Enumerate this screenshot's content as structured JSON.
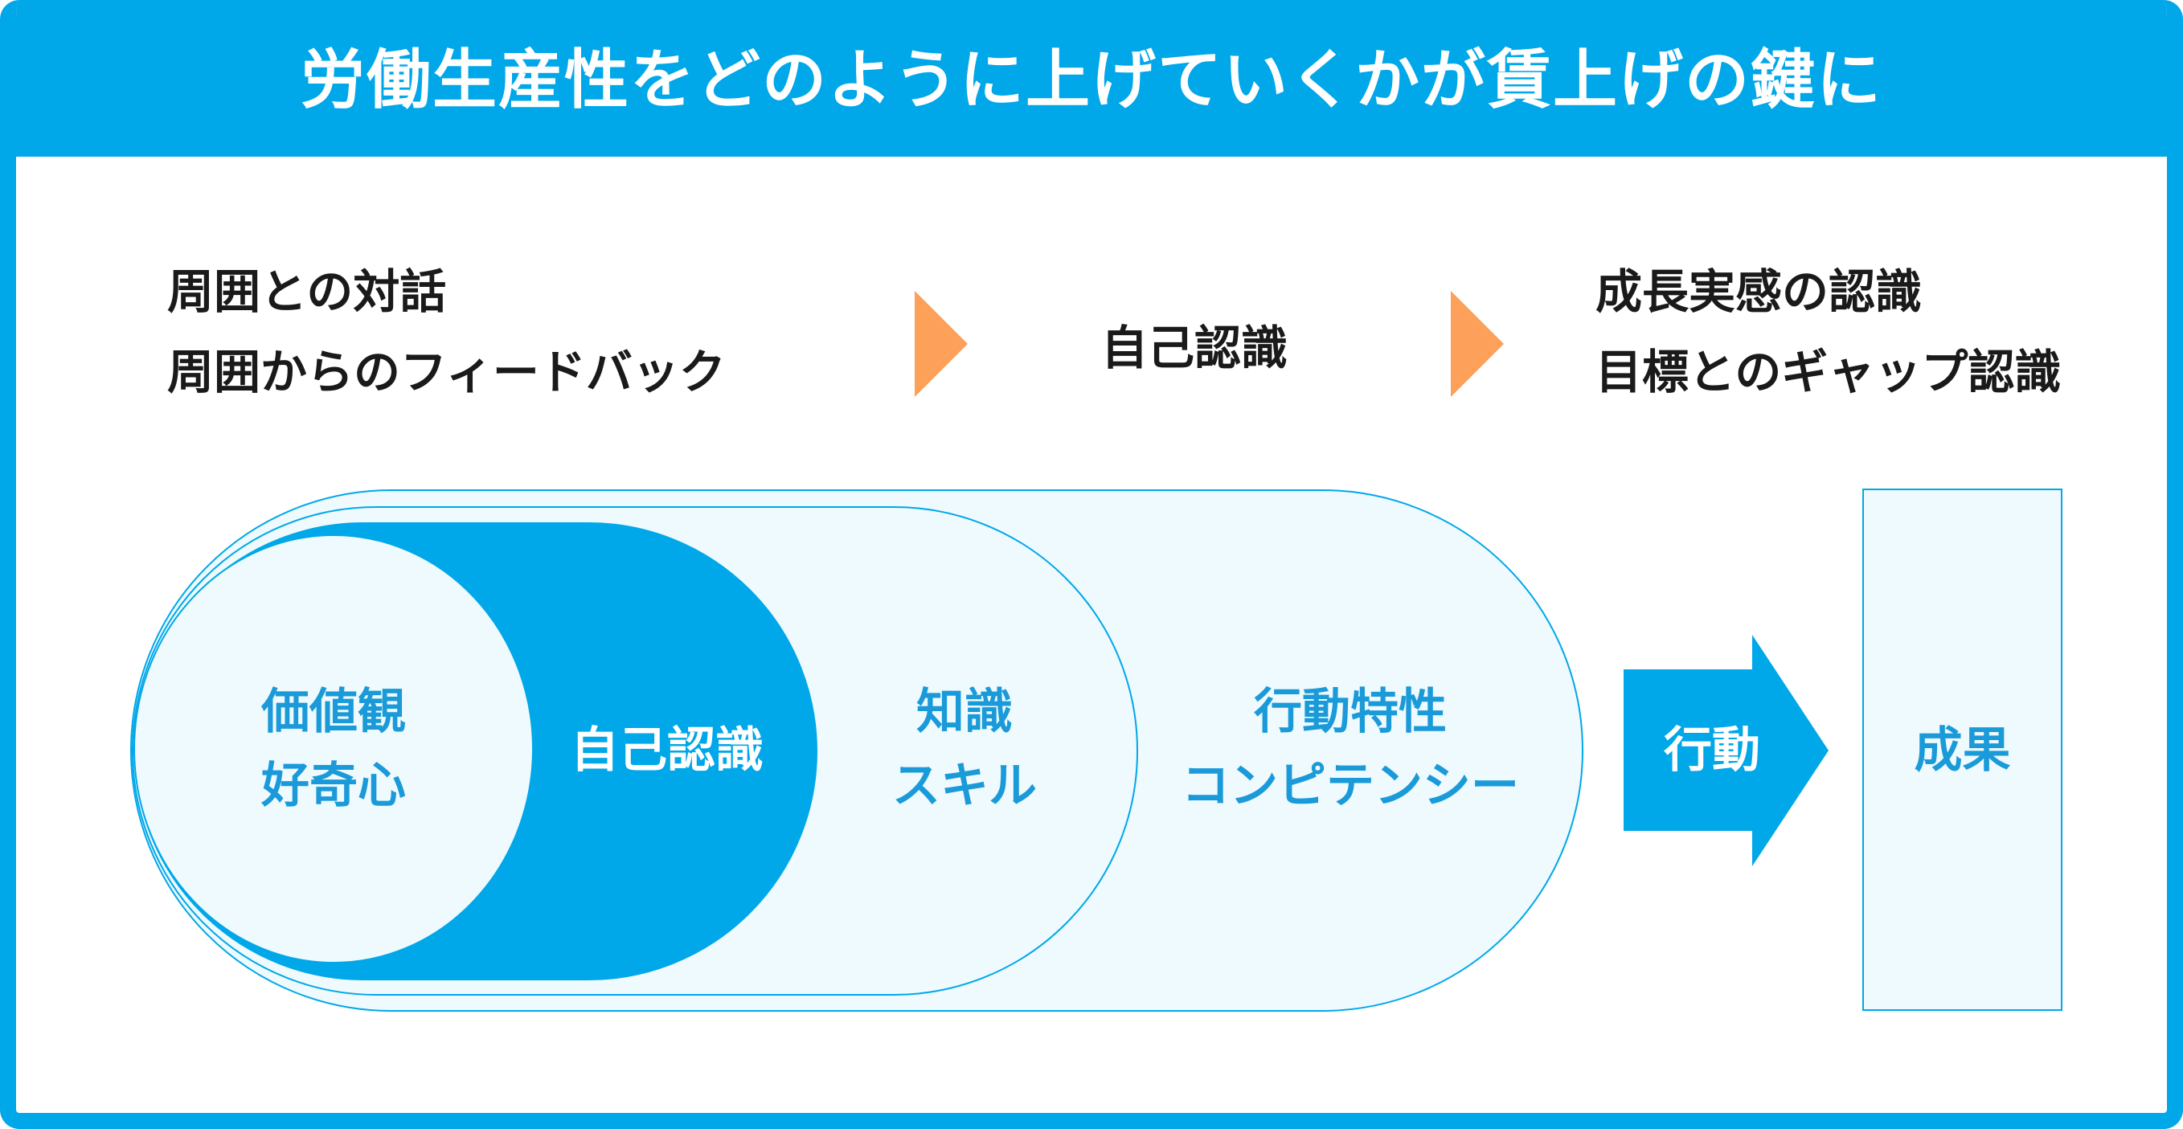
{
  "title": "労働生産性をどのように上げていくかが賃上げの鍵に",
  "top_flow": {
    "left_lines": [
      "周囲との対話",
      "周囲からのフィードバック"
    ],
    "middle": "自己認識",
    "right_lines": [
      "成長実感の認識",
      "目標とのギャップ認識"
    ]
  },
  "layers": {
    "values": [
      "価値観",
      "好奇心"
    ],
    "self_awareness": "自己認識",
    "knowledge": [
      "知識",
      "スキル"
    ],
    "behavior": [
      "行動特性",
      "コンピテンシー"
    ]
  },
  "action": "行動",
  "result": "成果",
  "colors": {
    "primary": "#00a7e9",
    "light_fill": "#eefafd",
    "arrow_orange": "#fca05a",
    "text_dark": "#1a1a1a",
    "label_blue": "#1a9ad9"
  }
}
